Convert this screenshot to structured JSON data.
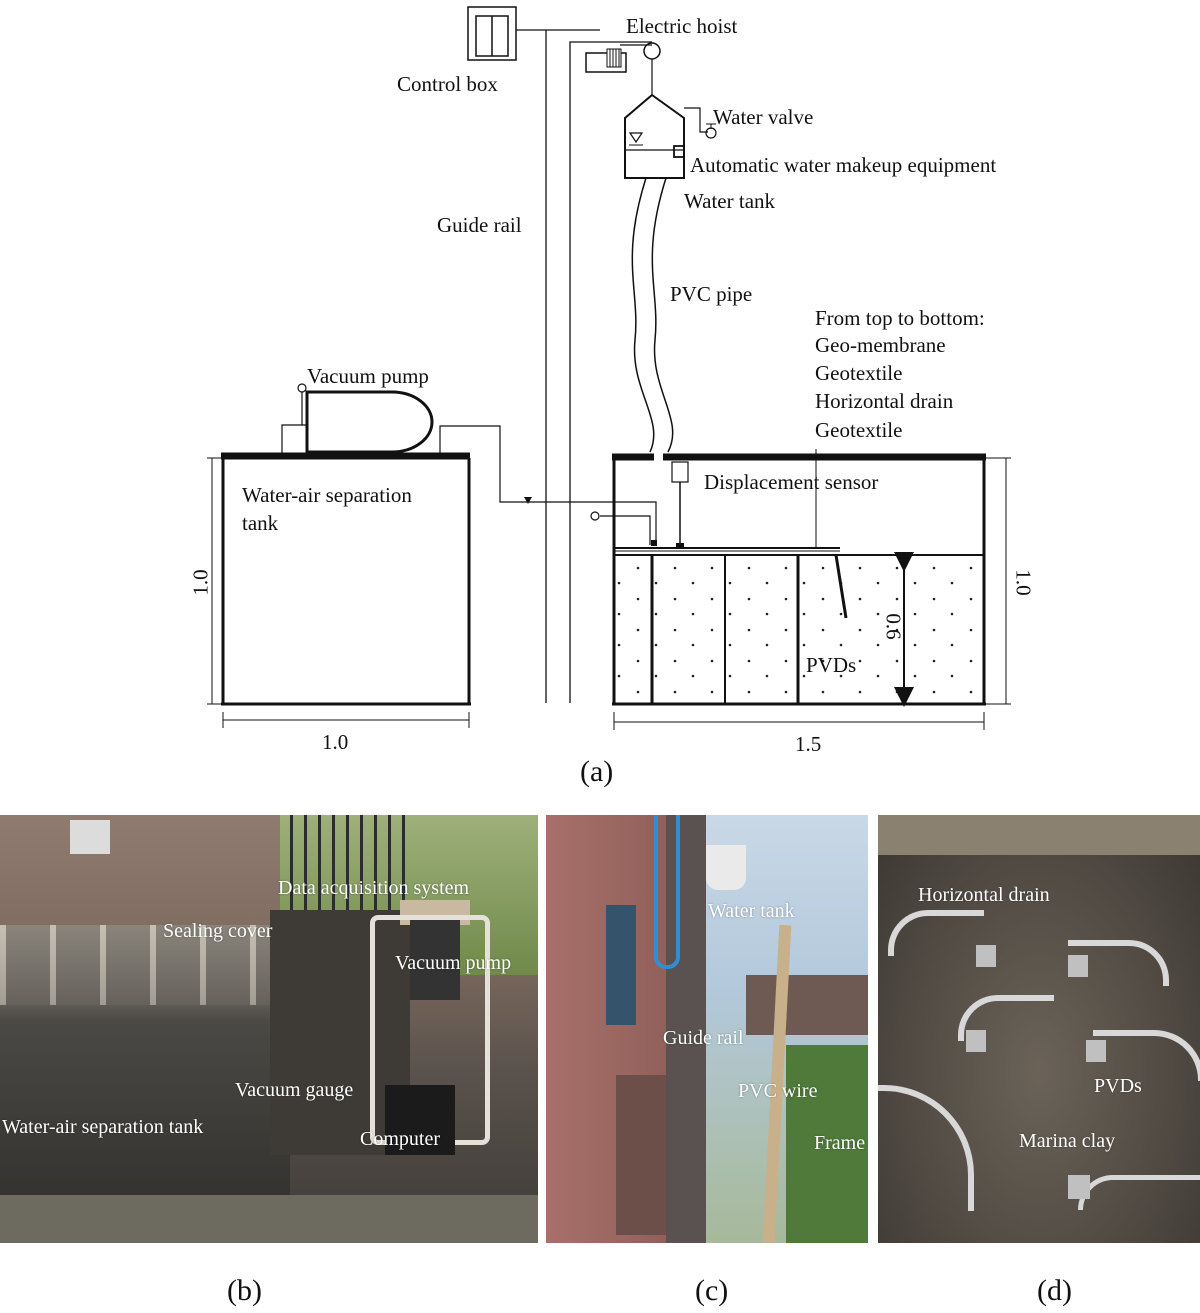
{
  "diagram_a": {
    "labels": {
      "control_box": "Control box",
      "electric_hoist": "Electric hoist",
      "water_valve": "Water valve",
      "auto_water": "Automatic water makeup equipment",
      "water_tank": "Water tank",
      "guide_rail": "Guide rail",
      "pvc_pipe": "PVC pipe",
      "layers_heading": "From top to bottom:",
      "layers": [
        "Geo-membrane",
        "Geotextile",
        "Horizontal drain",
        "Geotextile"
      ],
      "vacuum_pump": "Vacuum pump",
      "separation_tank": "Water-air  separation",
      "separation_tank_2": "tank",
      "displacement_sensor": "Displacement sensor",
      "pvds": "PVDs"
    },
    "dims": {
      "left_height": "1.0",
      "right_height": "1.0",
      "left_width": "1.0",
      "right_width": "1.5",
      "soil_depth": "0.6"
    },
    "caption": "(a)"
  },
  "photo_b": {
    "labels": {
      "data_acq": "Data acquisition system",
      "sealing_cover": "Sealing cover",
      "vacuum_pump": "Vacuum pump",
      "vacuum_gauge": "Vacuum gauge",
      "separation_tank": "Water-air separation tank",
      "computer": "Computer"
    },
    "caption": "(b)"
  },
  "photo_c": {
    "labels": {
      "water_tank": "Water tank",
      "guide_rail": "Guide rail",
      "pvc_wire": "PVC wire",
      "frame": "Frame"
    },
    "caption": "(c)"
  },
  "photo_d": {
    "labels": {
      "horizontal_drain": "Horizontal drain",
      "pvds": "PVDs",
      "marina_clay": "Marina clay"
    },
    "caption": "(d)"
  }
}
